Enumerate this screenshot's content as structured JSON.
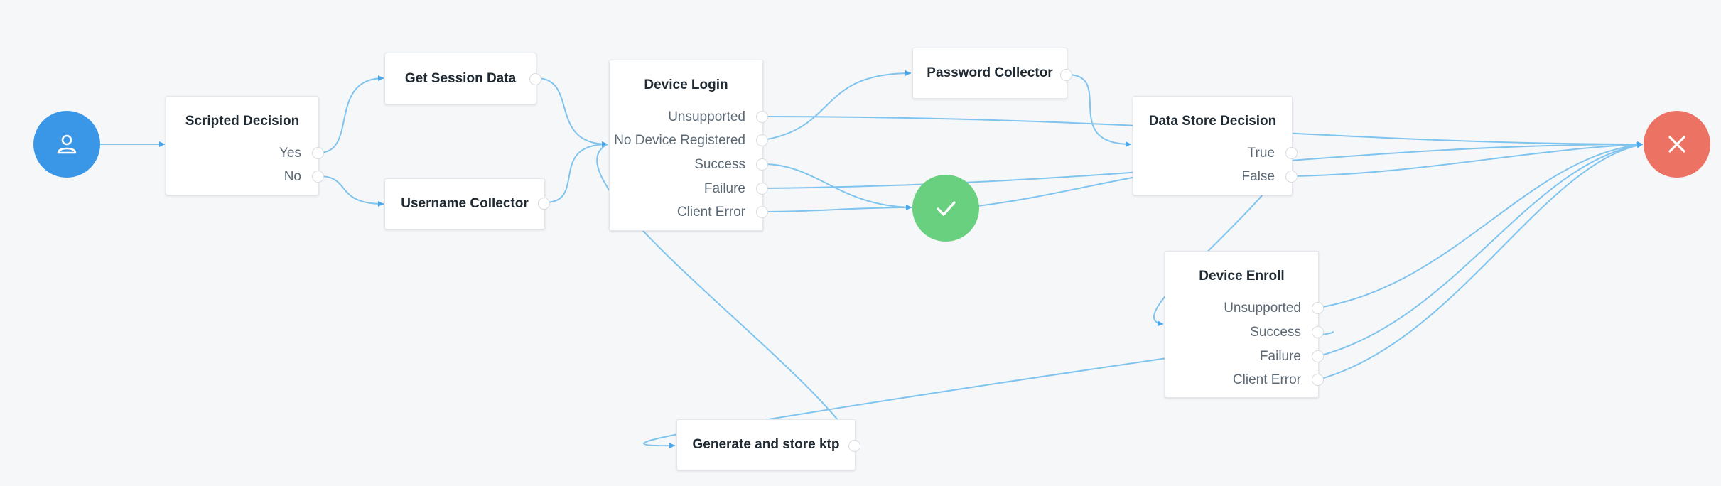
{
  "colors": {
    "start": "#3a97e8",
    "success": "#68d07e",
    "failure": "#ec7364",
    "link": "#7fc4ef",
    "background": "#f6f7f9"
  },
  "start_node": {
    "icon": "user-icon"
  },
  "success_node": {
    "icon": "checkmark-icon"
  },
  "failure_node": {
    "icon": "close-x-icon"
  },
  "nodes": {
    "scripted_decision": {
      "title": "Scripted Decision",
      "outcomes": [
        "Yes",
        "No"
      ]
    },
    "get_session_data": {
      "title": "Get Session Data"
    },
    "username_collector": {
      "title": "Username Collector"
    },
    "device_login": {
      "title": "Device Login",
      "outcomes": [
        "Unsupported",
        "No Device Registered",
        "Success",
        "Failure",
        "Client Error"
      ]
    },
    "password_collector": {
      "title": "Password Collector"
    },
    "data_store_decision": {
      "title": "Data Store Decision",
      "outcomes": [
        "True",
        "False"
      ]
    },
    "device_enroll": {
      "title": "Device Enroll",
      "outcomes": [
        "Unsupported",
        "Success",
        "Failure",
        "Client Error"
      ]
    },
    "generate_store_ktp": {
      "title": "Generate and store ktp"
    }
  }
}
